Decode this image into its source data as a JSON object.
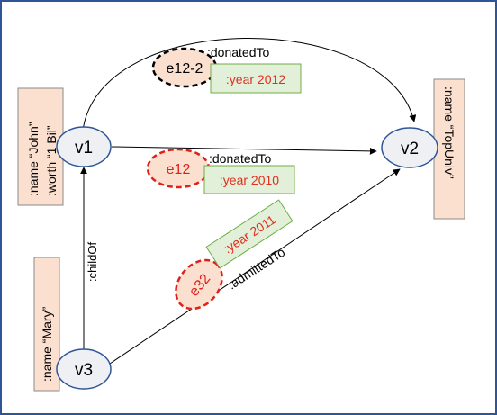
{
  "nodes": {
    "v1": "v1",
    "v2": "v2",
    "v3": "v3"
  },
  "edge_nodes": {
    "e12_2": "e12-2",
    "e12": "e12",
    "e32": "e32"
  },
  "edges": {
    "donated_top": ":donatedTo",
    "donated_mid": ":donatedTo",
    "child_of": ":childOf",
    "admitted_to": ":admittedTo"
  },
  "edge_properties": {
    "e12_2_year": ":year  2012",
    "e12_year": ":year  2010",
    "e32_year": ":year  2011"
  },
  "node_properties": {
    "v1_name": ":name  “John”",
    "v1_worth": ":worth  “1 Bil”",
    "v2_name": ":name  “TopUniv”",
    "v3_name": ":name  “Mary”"
  },
  "colors": {
    "border": "#2f5597",
    "node_fill": "#eef0f4",
    "node_stroke": "#2f5597",
    "prop_fill": "#fbe0d0",
    "prop_stroke": "#8a8a8a",
    "edge_prop_fill": "#e2efd9",
    "edge_prop_stroke": "#70ad47",
    "edge_prop_text": "#e03020",
    "e12_2_stroke": "#000000",
    "e12_stroke": "#e0201a"
  }
}
